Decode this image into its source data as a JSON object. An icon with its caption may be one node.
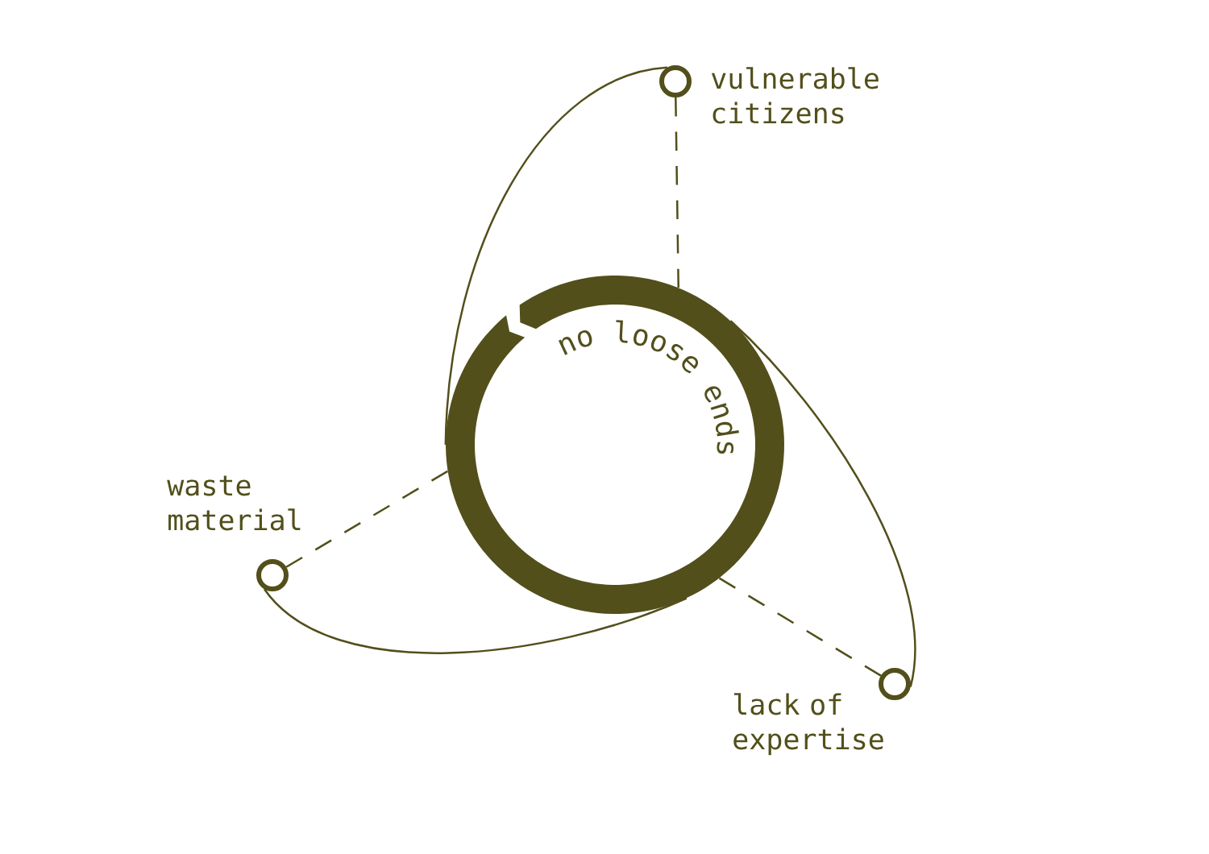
{
  "diagram": {
    "nodes": [
      {
        "text": [],
        "shape": "circle",
        "beside": [
          "vulnerable citizens"
        ]
      },
      {
        "text": [
          "no loose ends"
        ]
      },
      {
        "text": [],
        "shape": "circle",
        "beside": [
          "waste material"
        ]
      },
      {
        "text": [],
        "shape": "circle",
        "beside": [
          "lack of expertise"
        ]
      }
    ],
    "edges": [
      {
        "from": 0,
        "to": 1,
        "arrow": "none",
        "style": "dashed"
      },
      {
        "from": 0,
        "to": 1,
        "arrow": "none"
      },
      {
        "from": 2,
        "to": 1,
        "arrow": "none",
        "style": "dashed"
      },
      {
        "from": 2,
        "to": 1,
        "arrow": "none"
      },
      {
        "from": 3,
        "to": 1,
        "arrow": "none",
        "style": "dashed"
      },
      {
        "from": 3,
        "to": 1,
        "arrow": "none"
      }
    ]
  }
}
